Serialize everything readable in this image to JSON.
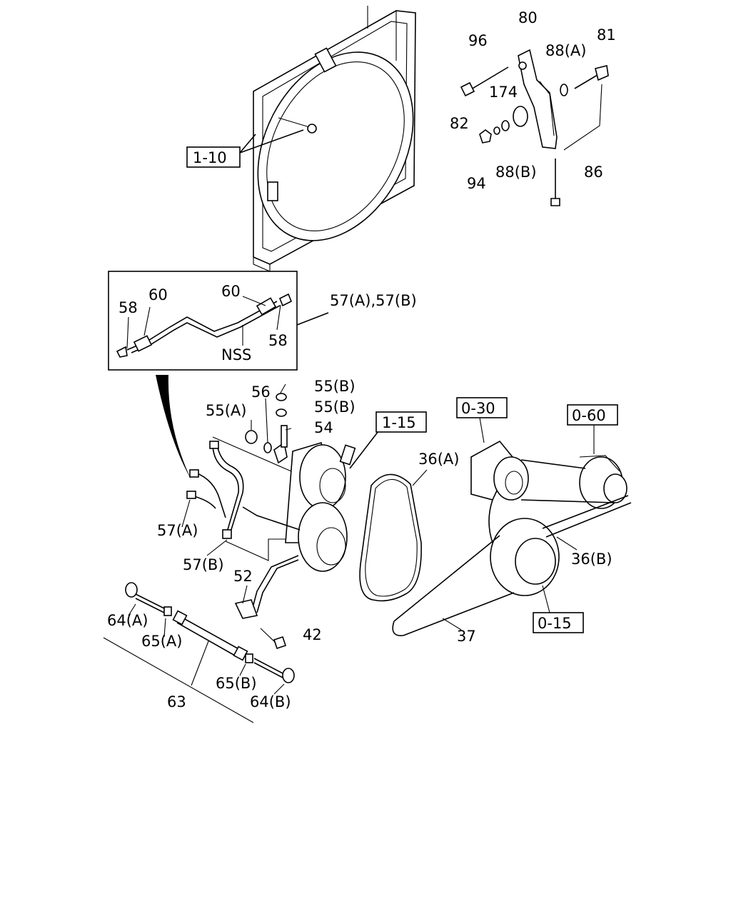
{
  "references": {
    "r_1_10": "1-10",
    "r_1_15": "1-15",
    "r_0_30": "0-30",
    "r_0_60": "0-60",
    "r_0_15": "0-15"
  },
  "callouts": {
    "c80": "80",
    "c96": "96",
    "c88a": "88(A)",
    "c81": "81",
    "c174": "174",
    "c82": "82",
    "c94": "94",
    "c88b": "88(B)",
    "c86": "86",
    "c60_left": "60",
    "c58_left": "58",
    "c60_right": "60",
    "c58_right": "58",
    "c57ab": "57(A),57(B)",
    "nss": "NSS",
    "c56": "56",
    "c55b_top": "55(B)",
    "c55a": "55(A)",
    "c55b_mid": "55(B)",
    "c54": "54",
    "c36a": "36(A)",
    "c57a": "57(A)",
    "c57b": "57(B)",
    "c52": "52",
    "c36b": "36(B)",
    "c42": "42",
    "c64a": "64(A)",
    "c65a": "65(A)",
    "c37": "37",
    "c65b": "65(B)",
    "c63": "63",
    "c64b": "64(B)"
  }
}
